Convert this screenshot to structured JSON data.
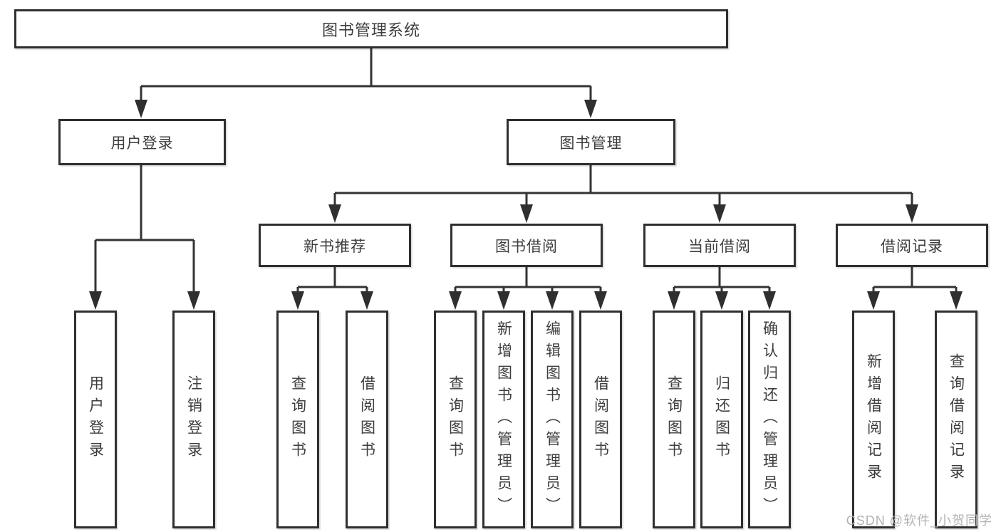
{
  "tree": {
    "label": "图书管理系统",
    "children": [
      {
        "label": "用户登录",
        "children": [
          {
            "label": "用户登录"
          },
          {
            "label": "注销登录"
          }
        ]
      },
      {
        "label": "图书管理",
        "children": [
          {
            "label": "新书推荐",
            "children": [
              {
                "label": "查询图书"
              },
              {
                "label": "借阅图书"
              }
            ]
          },
          {
            "label": "图书借阅",
            "children": [
              {
                "label": "查询图书"
              },
              {
                "label": "新增图书（管理员）"
              },
              {
                "label": "编辑图书（管理员）"
              },
              {
                "label": "借阅图书"
              }
            ]
          },
          {
            "label": "当前借阅",
            "children": [
              {
                "label": "查询图书"
              },
              {
                "label": "归还图书"
              },
              {
                "label": "确认归还（管理员）"
              }
            ]
          },
          {
            "label": "借阅记录",
            "children": [
              {
                "label": "新增借阅记录"
              },
              {
                "label": "查询借阅记录"
              }
            ]
          }
        ]
      }
    ]
  },
  "watermark": {
    "text": "CSDN @软件_小贺同学"
  },
  "colors": {
    "line": "#333333",
    "box_border": "#2f2f2f",
    "text": "#3d3d3d",
    "background": "#ffffff",
    "watermark": "#b3b3b3"
  }
}
